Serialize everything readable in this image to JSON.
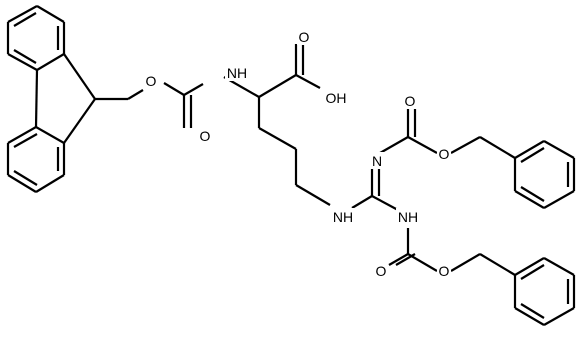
{
  "figure": {
    "background": "#ffffff",
    "ink": "#000000"
  },
  "labels": {
    "o_fmoc_ether": "O",
    "nh_alpha": "NH",
    "o_fmoc_carbonyl": "O",
    "o_acid_carbonyl": "O",
    "oh_acid": "OH",
    "nh_chain": "NH",
    "n_imine": "N",
    "o_cbz1_carbonyl": "O",
    "o_cbz1_ether": "O",
    "nh_guan": "NH",
    "o_cbz2_carbonyl": "O",
    "o_cbz2_ether": "O"
  }
}
